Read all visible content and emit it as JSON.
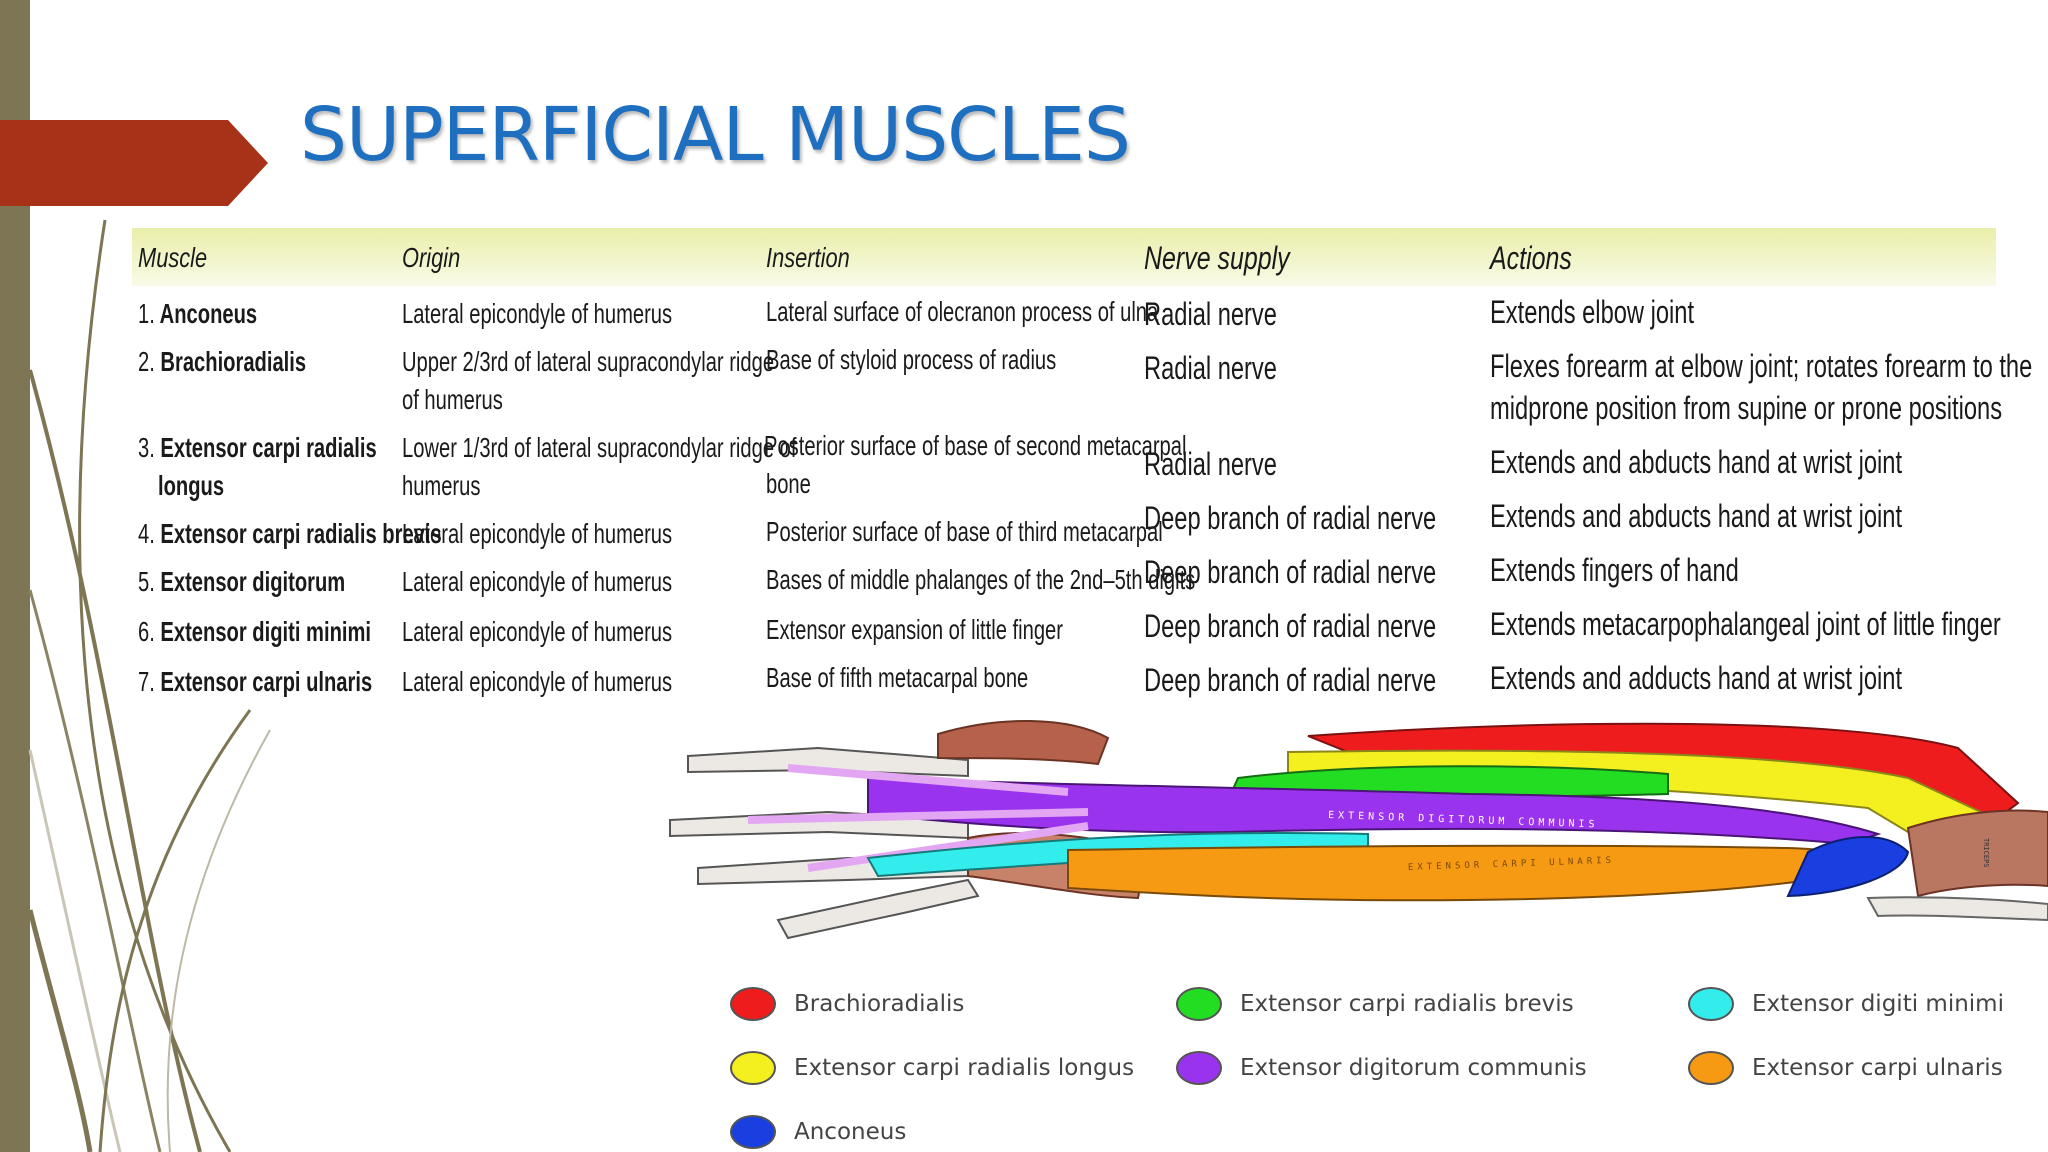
{
  "slide": {
    "title": "SUPERFICIAL MUSCLES"
  },
  "table": {
    "headers": {
      "muscle": "Muscle",
      "origin": "Origin",
      "insertion": "Insertion",
      "nerve": "Nerve supply",
      "actions": "Actions"
    },
    "rows": [
      {
        "num": "1.",
        "name": "Anconeus",
        "name_2": "",
        "origin": "Lateral epicondyle of humerus",
        "origin_2": "",
        "insertion": "Lateral surface of olecranon process of ulna",
        "insertion_2": "",
        "nerve": "Radial nerve",
        "action": "Extends elbow joint",
        "action_2": ""
      },
      {
        "num": "2.",
        "name": "Brachioradialis",
        "name_2": "",
        "origin": "Upper 2/3rd of lateral supracondylar ridge",
        "origin_2": "of humerus",
        "insertion": "Base of styloid process of radius",
        "insertion_2": "",
        "nerve": "Radial nerve",
        "action": "Flexes forearm at elbow joint; rotates forearm to the",
        "action_2": "midprone position from supine or prone positions"
      },
      {
        "num": "3.",
        "name": "Extensor carpi radialis",
        "name_2": "longus",
        "origin": "Lower 1/3rd of lateral supracondylar ridge of",
        "origin_2": "humerus",
        "insertion": "Posterior surface of base of second metacarpal",
        "insertion_2": "bone",
        "nerve": "Radial nerve",
        "action": "Extends and abducts hand at wrist joint",
        "action_2": ""
      },
      {
        "num": "4.",
        "name": "Extensor carpi radialis brevis",
        "name_2": "",
        "origin": "Lateral epicondyle of humerus",
        "origin_2": "",
        "insertion": "Posterior surface of base of third metacarpal",
        "insertion_2": "",
        "nerve": "Deep branch of radial nerve",
        "action": "Extends and abducts hand at wrist joint",
        "action_2": ""
      },
      {
        "num": "5.",
        "name": "Extensor digitorum",
        "name_2": "",
        "origin": "Lateral epicondyle of humerus",
        "origin_2": "",
        "insertion": "Bases of middle phalanges of the 2nd–5th digits",
        "insertion_2": "",
        "nerve": "Deep branch of radial nerve",
        "action": "Extends fingers of hand",
        "action_2": ""
      },
      {
        "num": "6.",
        "name": "Extensor digiti minimi",
        "name_2": "",
        "origin": "Lateral epicondyle of humerus",
        "origin_2": "",
        "insertion": "Extensor expansion of little finger",
        "insertion_2": "",
        "nerve": "Deep branch of radial nerve",
        "action": "Extends metacarpophalangeal joint of little finger",
        "action_2": ""
      },
      {
        "num": "7.",
        "name": "Extensor carpi ulnaris",
        "name_2": "",
        "origin": "Lateral epicondyle of humerus",
        "origin_2": "",
        "insertion": "Base of fifth metacarpal bone",
        "insertion_2": "",
        "nerve": "Deep branch of radial nerve",
        "action": "Extends and adducts hand at wrist joint",
        "action_2": ""
      }
    ]
  },
  "illustration": {
    "labels": {
      "digitorum": "EXTENSOR DIGITORUM COMMUNIS",
      "ulnaris": "EXTENSOR CARPI ULNARIS",
      "triceps": "TRICEPS"
    }
  },
  "legend": [
    {
      "label": "Brachioradialis",
      "color": "#ee1c1c"
    },
    {
      "label": "Extensor carpi radialis brevis",
      "color": "#22dd22"
    },
    {
      "label": "Extensor digiti minimi",
      "color": "#33ecec"
    },
    {
      "label": "Extensor carpi radialis longus",
      "color": "#f4f020"
    },
    {
      "label": "Extensor digitorum communis",
      "color": "#9a33ee"
    },
    {
      "label": "Extensor carpi ulnaris",
      "color": "#f59a12"
    },
    {
      "label": "Anconeus",
      "color": "#1a3fe0"
    }
  ],
  "colors": {
    "title": "#1f6fc0",
    "accent_tab": "#a83218",
    "side_bar": "#7d7553",
    "header_band": "#eef2b8"
  }
}
